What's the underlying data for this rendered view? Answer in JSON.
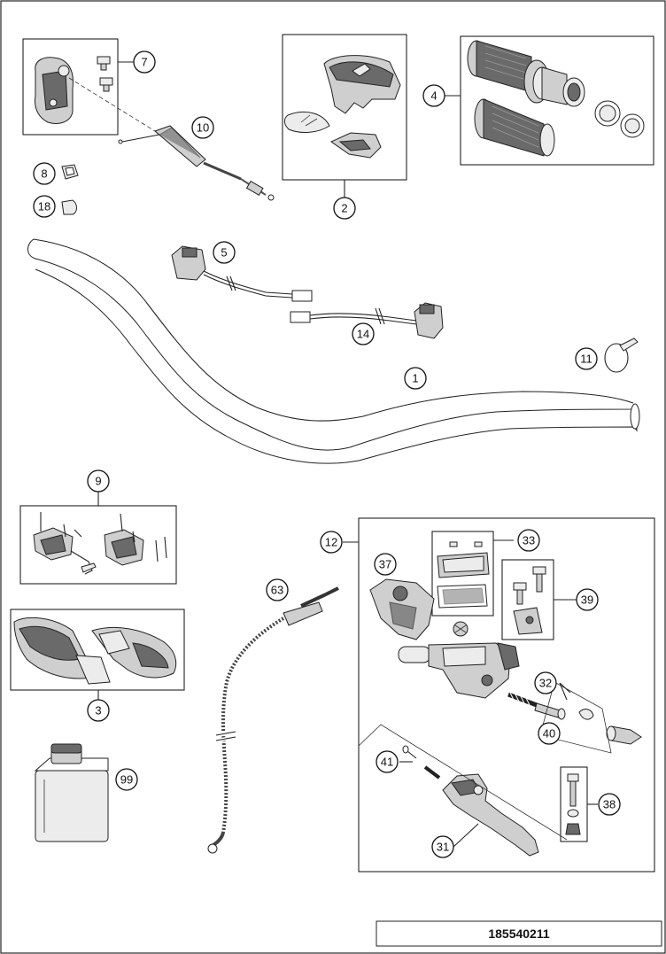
{
  "diagram": {
    "reference_number": "185540211",
    "callouts": [
      {
        "id": "c1",
        "label": "1"
      },
      {
        "id": "c2",
        "label": "2"
      },
      {
        "id": "c3",
        "label": "3"
      },
      {
        "id": "c4",
        "label": "4"
      },
      {
        "id": "c5",
        "label": "5"
      },
      {
        "id": "c7",
        "label": "7"
      },
      {
        "id": "c8",
        "label": "8"
      },
      {
        "id": "c9",
        "label": "9"
      },
      {
        "id": "c10",
        "label": "10"
      },
      {
        "id": "c11",
        "label": "11"
      },
      {
        "id": "c12",
        "label": "12"
      },
      {
        "id": "c14",
        "label": "14"
      },
      {
        "id": "c18",
        "label": "18"
      },
      {
        "id": "c31",
        "label": "31"
      },
      {
        "id": "c32",
        "label": "32"
      },
      {
        "id": "c33",
        "label": "33"
      },
      {
        "id": "c37",
        "label": "37"
      },
      {
        "id": "c38",
        "label": "38"
      },
      {
        "id": "c39",
        "label": "39"
      },
      {
        "id": "c40",
        "label": "40"
      },
      {
        "id": "c41",
        "label": "41"
      },
      {
        "id": "c63",
        "label": "63"
      },
      {
        "id": "c99",
        "label": "99"
      }
    ]
  }
}
